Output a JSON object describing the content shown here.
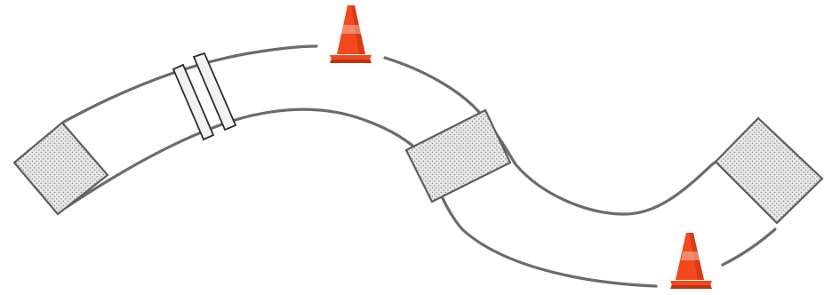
{
  "scene": {
    "road": {
      "edge_color": "#6b6b6b"
    },
    "pads": {
      "count": 3,
      "fill": "#e8e8e8",
      "dot_color": "#8a8a8a",
      "border": "#5e5e5e"
    },
    "bars": {
      "count": 2,
      "fill": "#f2f2f2",
      "border": "#2e2e2e"
    },
    "cones": {
      "count": 2,
      "color": "#f24a1e",
      "shade": "#c2300f",
      "stripe": "#ffffff"
    }
  }
}
